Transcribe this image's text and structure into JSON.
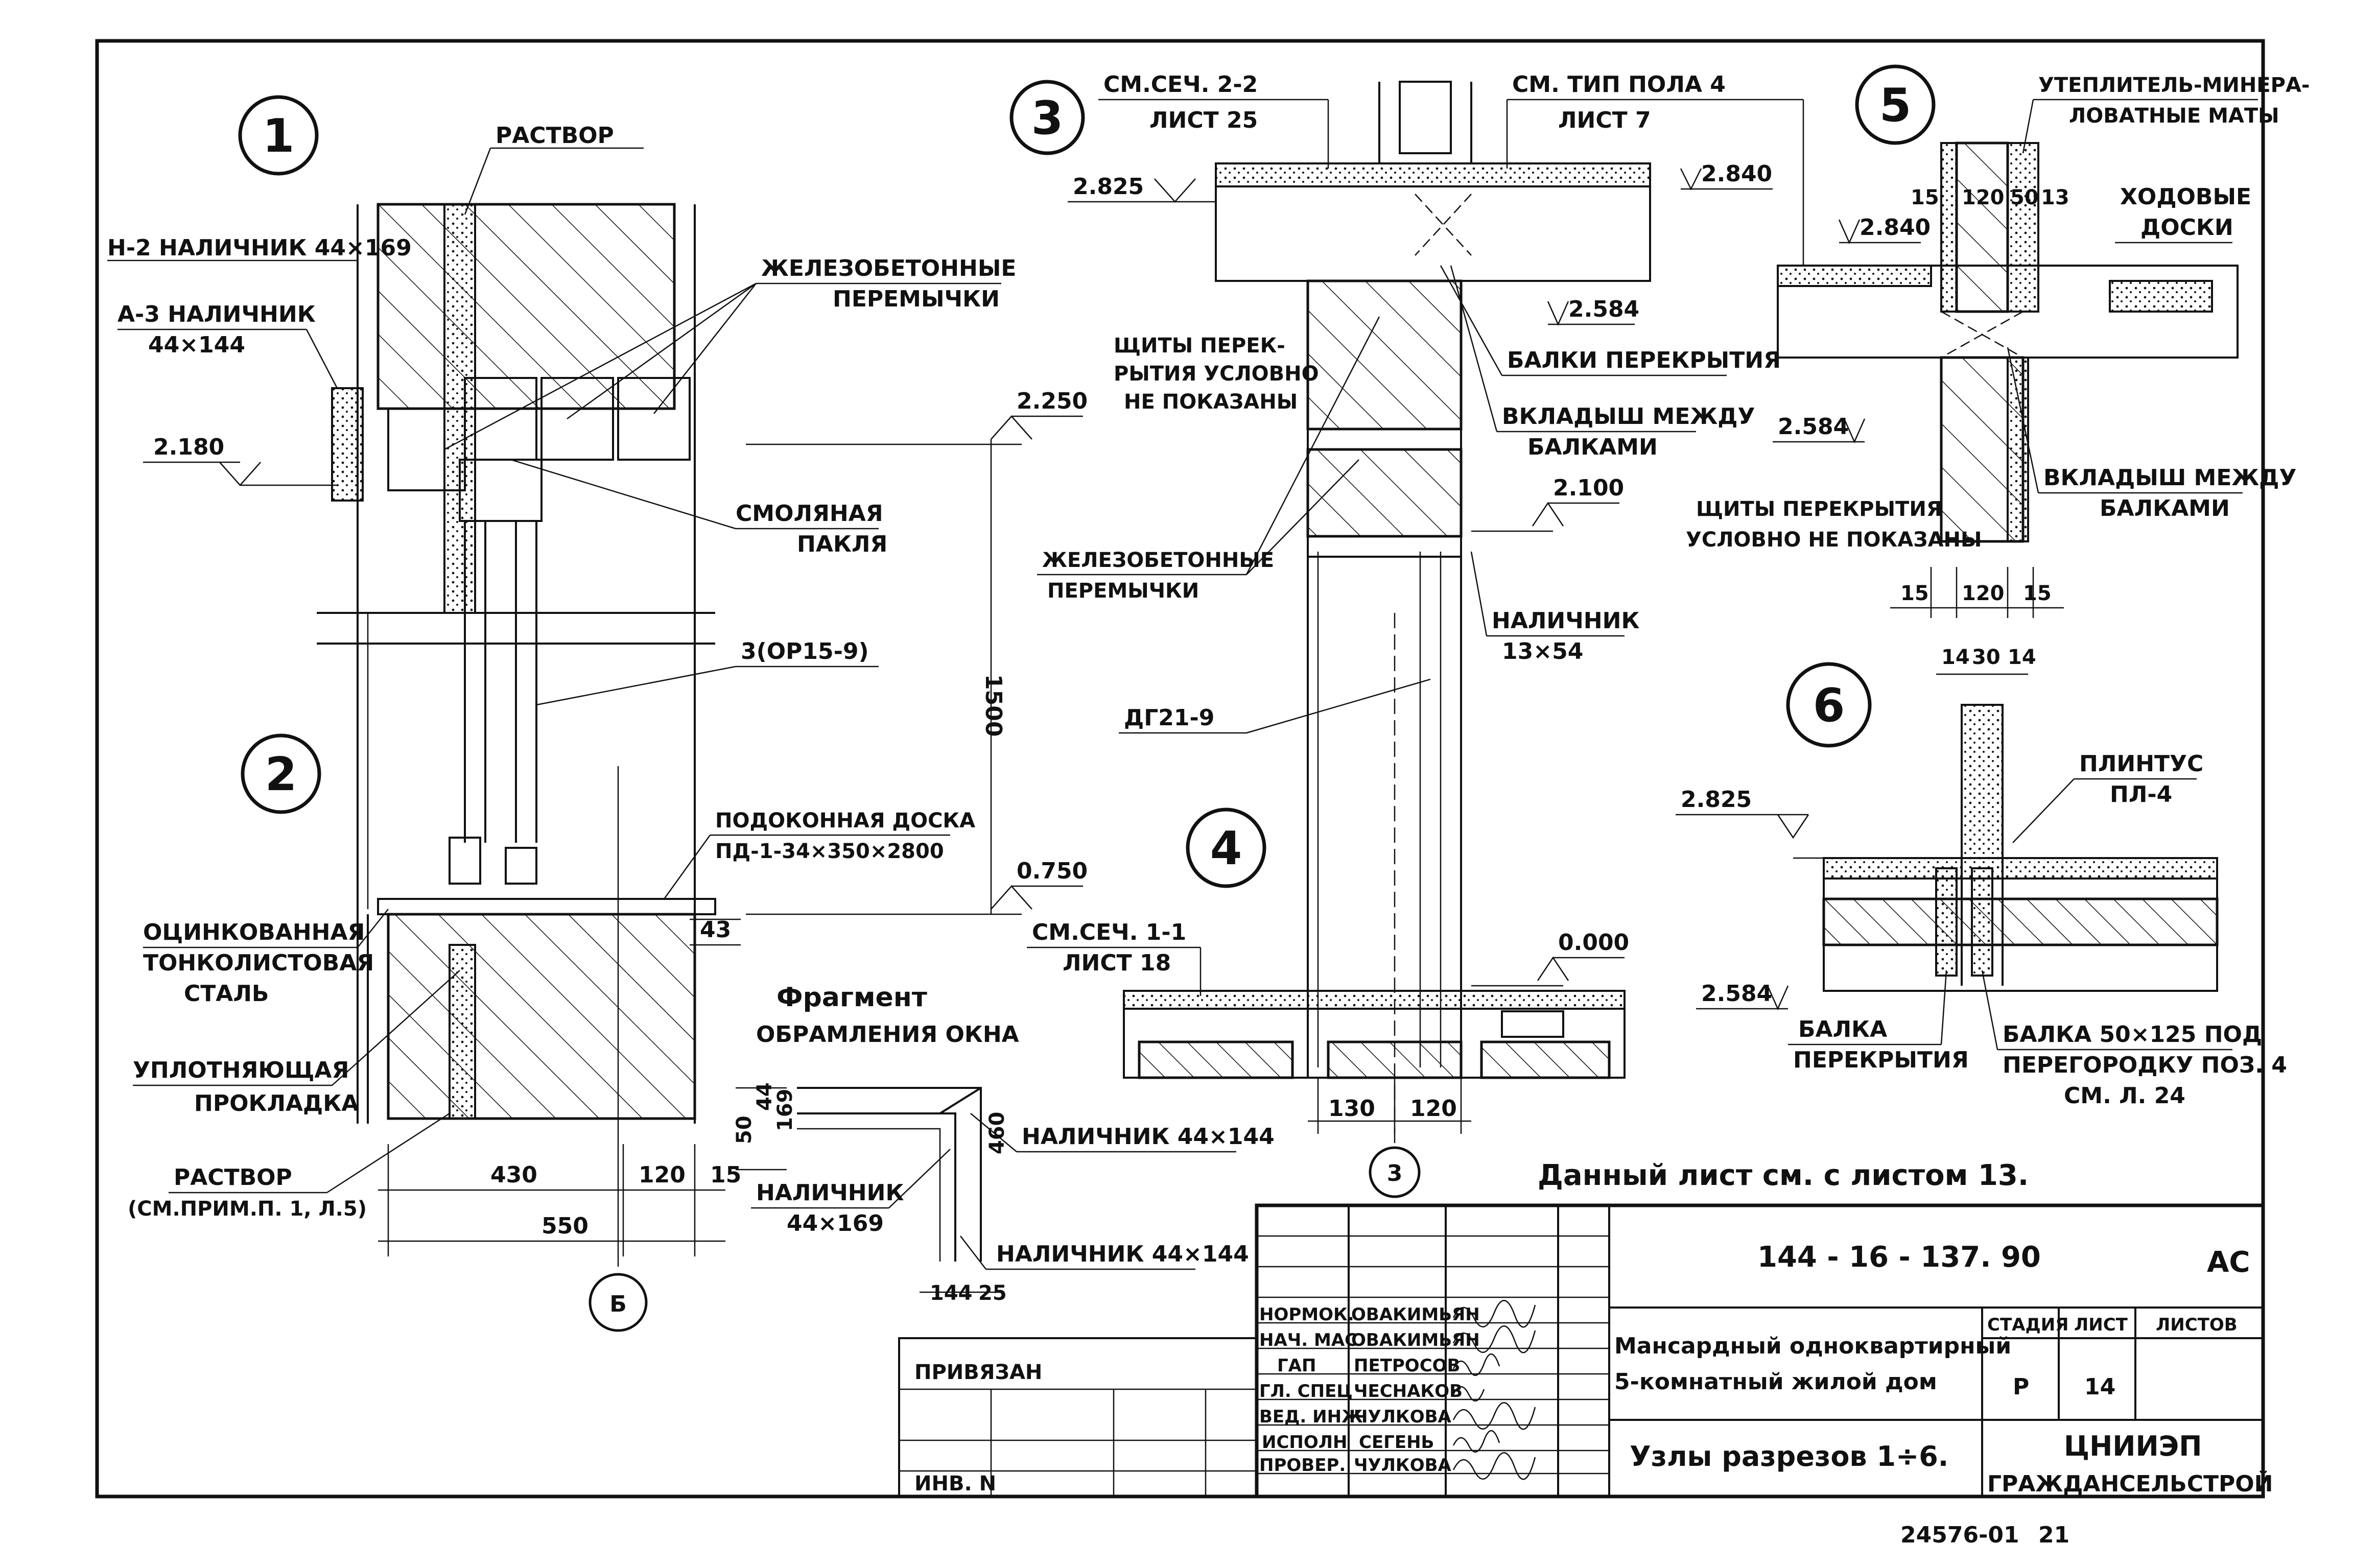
{
  "detail_markers": [
    "1",
    "2",
    "3",
    "4",
    "5",
    "6"
  ],
  "axis_markers": {
    "b": "Б",
    "three_top": "3",
    "three_bottom": "3"
  },
  "node12": {
    "rastvor_top": "РАСТВОР",
    "n2": "Н-2 НАЛИЧНИК 44×169",
    "a3_line1": "А-3 НАЛИЧНИК",
    "a3_line2": "44×144",
    "lintels_line1": "ЖЕЛЕЗОБЕТОННЫЕ",
    "lintels_line2": "ПЕРЕМЫЧКИ",
    "level_2180": "2.180",
    "level_2250": "2.250",
    "level_0750": "0.750",
    "tar_line1": "СМОЛЯНАЯ",
    "tar_line2": "ПАКЛЯ",
    "height_1500": "1500",
    "window": "3(ОР15-9)",
    "sill_line1": "ПОДОКОННАЯ ДОСКА",
    "sill_line2": "ПД-1-34×350×2800",
    "steel_line1": "ОЦИНКОВАННАЯ",
    "steel_line2": "ТОНКОЛИСТОВАЯ",
    "steel_line3": "СТАЛЬ",
    "gasket_line1": "УПЛОТНЯЮЩАЯ",
    "gasket_line2": "ПРОКЛАДКА",
    "rastvor_bottom_line1": "РАСТВОР",
    "rastvor_bottom_line2": "(СМ.ПРИМ.П. 1, Л.5)",
    "dim_43": "43",
    "dim_430": "430",
    "dim_120": "120",
    "dim_15": "15",
    "dim_550": "550"
  },
  "fragment": {
    "title_line1": "Фрагмент",
    "title_line2": "ОБРАМЛЕНИЯ ОКНА",
    "dim_50": "50",
    "dim_44": "44",
    "dim_169": "169",
    "dim_460": "460",
    "trim_top": "НАЛИЧНИК 44×144",
    "trim_left_line1": "НАЛИЧНИК",
    "trim_left_line2": "44×169",
    "trim_bottom": "НАЛИЧНИК 44×144",
    "dim_144": "144",
    "dim_25": "25"
  },
  "node34": {
    "sec22_line1": "СМ.СЕЧ. 2-2",
    "sec22_line2": "ЛИСТ 25",
    "floor_line1": "СМ. ТИП ПОЛА 4",
    "floor_line2": "ЛИСТ 7",
    "level_2825": "2.825",
    "level_2840": "2.840",
    "level_2584": "2.584",
    "panels_line1": "ЩИТЫ ПЕРЕК-",
    "panels_line2": "РЫТИЯ УСЛОВНО",
    "panels_line3": "НЕ ПОКАЗАНЫ",
    "beams": "БАЛКИ ПЕРЕКРЫТИЯ",
    "insert_line1": "ВКЛАДЫШ МЕЖДУ",
    "insert_line2": "БАЛКАМИ",
    "level_2100": "2.100",
    "lintels_line1": "ЖЕЛЕЗОБЕТОННЫЕ",
    "lintels_line2": "ПЕРЕМЫЧКИ",
    "trim_line1": "НАЛИЧНИК",
    "trim_line2": "13×54",
    "door": "ДГ21-9",
    "sec11_line1": "СМ.СЕЧ. 1-1",
    "sec11_line2": "ЛИСТ 18",
    "level_0000": "0.000",
    "dim_130": "130",
    "dim_120": "120"
  },
  "node5": {
    "insul_line1": "УТЕПЛИТЕЛЬ-МИНЕРА-",
    "insul_line2": "ЛОВАТНЫЕ МАТЫ",
    "dim_15": "15",
    "dim_120": "120",
    "dim_50": "50",
    "dim_13": "13",
    "walk_line1": "ХОДОВЫЕ",
    "walk_line2": "ДОСКИ",
    "level_2840": "2.840",
    "level_2584": "2.584",
    "insert_line1": "ВКЛАДЫШ МЕЖДУ",
    "insert_line2": "БАЛКАМИ",
    "panels_line1": "ЩИТЫ ПЕРЕКРЫТИЯ",
    "panels_line2": "УСЛОВНО НЕ ПОКАЗАНЫ",
    "dimb_15a": "15",
    "dimb_120": "120",
    "dimb_15b": "15"
  },
  "node6": {
    "dim_14a": "14",
    "dim_30": "30",
    "dim_14b": "14",
    "plinth_line1": "ПЛИНТУС",
    "plinth_line2": "ПЛ-4",
    "level_2825": "2.825",
    "level_2584": "2.584",
    "beam_line1": "БАЛКА",
    "beam_line2": "ПЕРЕКРЫТИЯ",
    "beam2_line1": "БАЛКА 50×125 ПОД",
    "beam2_line2": "ПЕРЕГОРОДКУ ПОЗ. 4",
    "beam2_line3": "СМ. Л. 24"
  },
  "note": "Данный лист см. с листом 13.",
  "title_block": {
    "code": "144 - 16 - 137. 90",
    "mark": "АС",
    "privyazan": "ПРИВЯЗАН",
    "inv": "ИНВ. N",
    "roles": [
      "НОРМОК.",
      "НАЧ. МАС",
      "ГАП",
      "ГЛ. СПЕЦ",
      "ВЕД. ИНЖ",
      "ИСПОЛН",
      "ПРОВЕР."
    ],
    "names": [
      "ОВАКИМЬЯН",
      "ОВАКИМЬЯН",
      "ПЕТРОСОВ",
      "ЧЕСНАКОВ",
      "ЧУЛКОВА",
      "СЕГЕНЬ",
      "ЧУЛКОВА"
    ],
    "project_line1": "Мансардный одноквартирный",
    "project_line2": "5-комнатный жилой дом",
    "sheet_title": "Узлы разрезов 1÷6.",
    "stage_h": "СТАДИЯ",
    "sheet_h": "ЛИСТ",
    "sheets_h": "ЛИСТОВ",
    "stage": "Р",
    "sheet": "14",
    "org_line1": "ЦНИИЭП",
    "org_line2": "ГРАЖДАНСЕЛЬСТРОЙ"
  },
  "footer": {
    "archive": "24576-01",
    "page": "21"
  }
}
